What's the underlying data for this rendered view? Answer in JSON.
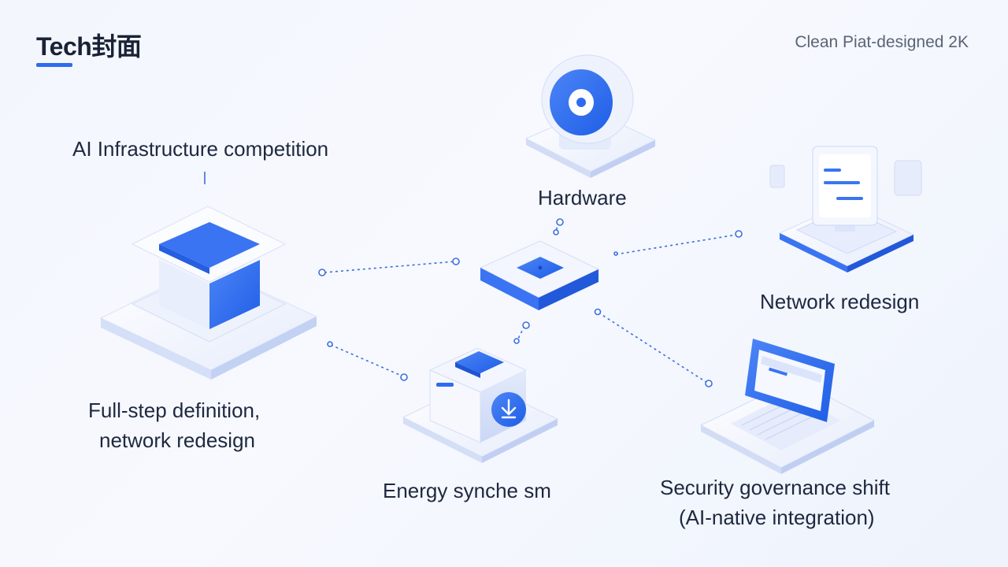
{
  "header": {
    "title": "Tech封面",
    "tagline": "Clean Piat-designed 2K"
  },
  "nodes": {
    "ai_infra": "AI Infrastructure competition",
    "hardware": "Hardware",
    "network": "Network redesign",
    "full_step": [
      "Full-step definition,",
      "network redesign"
    ],
    "energy": "Energy synche sm",
    "security": [
      "Security governance shift",
      "(AI-native integration)"
    ]
  },
  "colors": {
    "accent": "#2f6bf0",
    "accent_light": "#dfe8fd",
    "line": "#3b6fe0",
    "text": "#1e2840"
  },
  "icons": [
    "stacked-cube-icon",
    "hardware-disc-icon",
    "hub-chip-icon",
    "monitor-icon",
    "energy-box-icon",
    "laptop-icon"
  ]
}
